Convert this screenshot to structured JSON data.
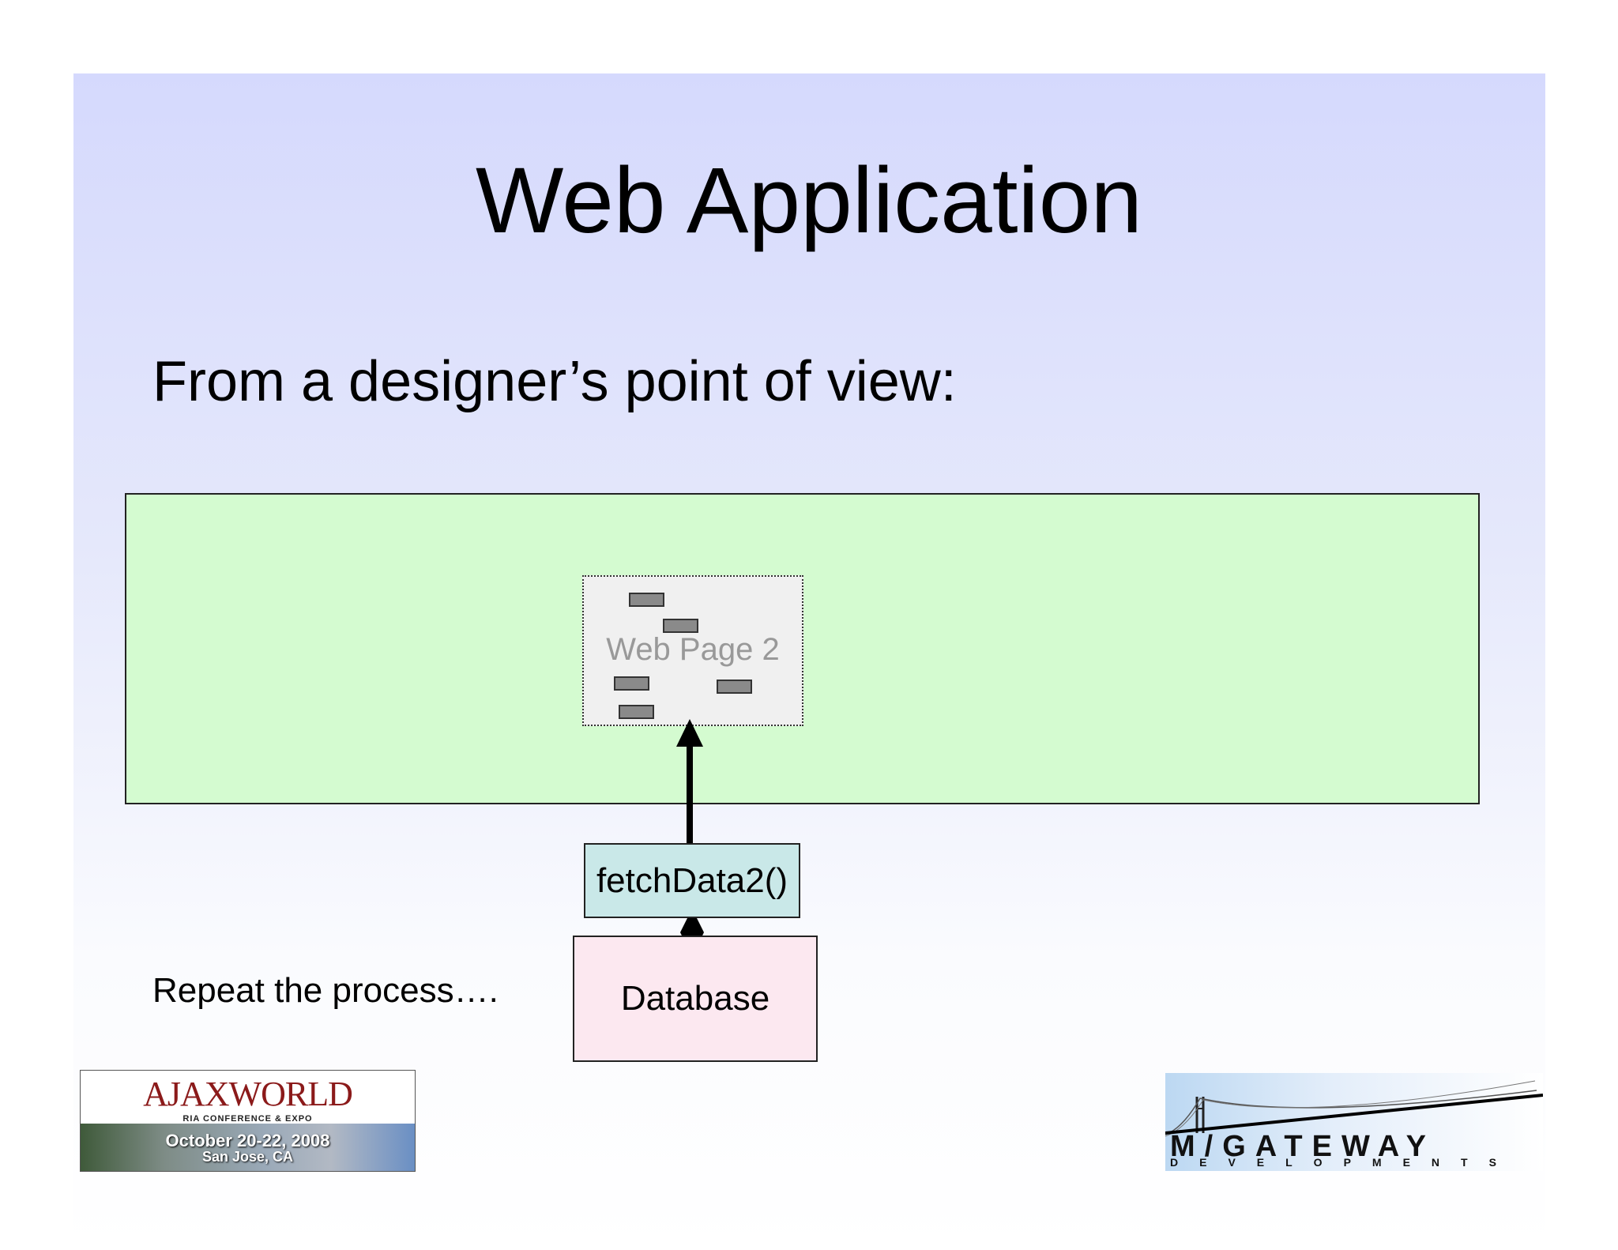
{
  "slide": {
    "title": "Web Application",
    "subtitle": "From a designer’s point of view:",
    "note": "Repeat the process…."
  },
  "diagram": {
    "webpage_label": "Web Page 2",
    "function_label": "fetchData2()",
    "database_label": "Database",
    "colors": {
      "browser_bg": "#d4fbd0",
      "webpage_bg": "#f0f0f0",
      "function_bg": "#c9e8e8",
      "database_bg": "#fce8f0"
    }
  },
  "logos": {
    "ajaxworld": {
      "name": "AJAXWORLD",
      "tagline": "RIA CONFERENCE & EXPO",
      "dates": "October 20-22, 2008",
      "place": "San Jose, CA"
    },
    "mgateway": {
      "name": "M/GATEWAY",
      "sub": "DEVELOPMENTS"
    }
  }
}
